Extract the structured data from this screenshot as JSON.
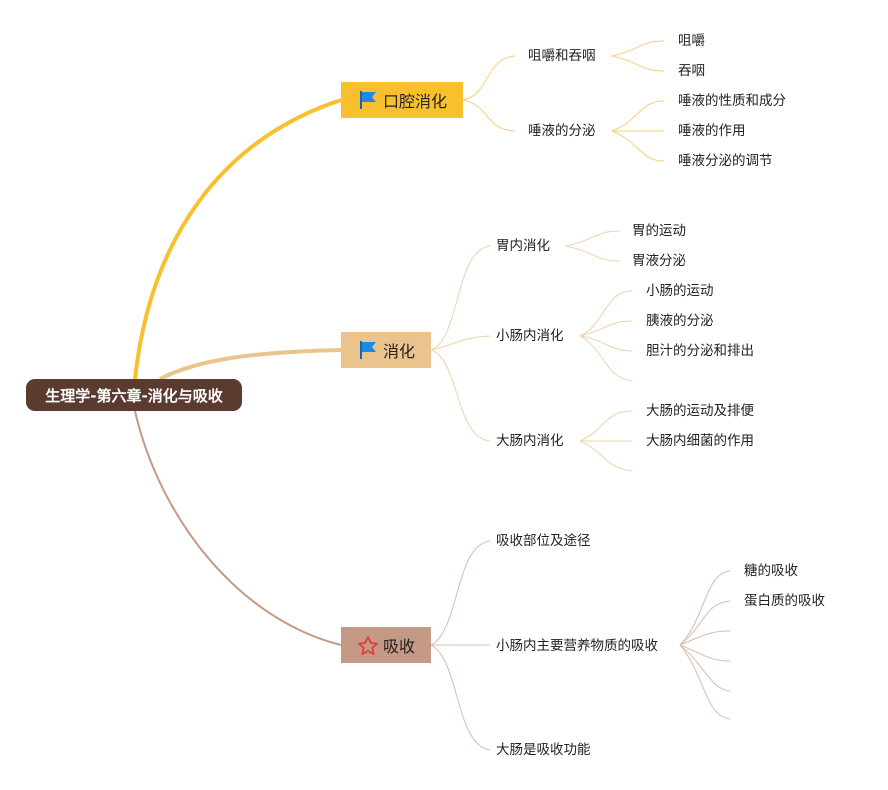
{
  "root": {
    "label": "生理学-第六章-消化与吸收"
  },
  "colors": {
    "root": "#5b3a30",
    "branch1": "#f9c02d",
    "branch2": "#eac38d",
    "branch3": "#c49a86"
  },
  "branches": [
    {
      "label": "口腔消化",
      "icon": "blue-flag-icon",
      "children": [
        {
          "label": "咀嚼和吞咽",
          "children": [
            "咀嚼",
            "吞咽"
          ]
        },
        {
          "label": "唾液的分泌",
          "children": [
            "唾液的性质和成分",
            "唾液的作用",
            "唾液分泌的调节"
          ]
        }
      ]
    },
    {
      "label": "消化",
      "icon": "blue-flag-icon",
      "children": [
        {
          "label": "胃内消化",
          "children": [
            "胃的运动",
            "胃液分泌"
          ]
        },
        {
          "label": "小肠内消化",
          "children": [
            "小肠的运动",
            "胰液的分泌",
            "胆汁的分泌和排出"
          ]
        },
        {
          "label": "大肠内消化",
          "children": [
            "大肠的运动及排便",
            "大肠内细菌的作用"
          ]
        }
      ]
    },
    {
      "label": "吸收",
      "icon": "red-star-icon",
      "children": [
        {
          "label": "吸收部位及途径",
          "children": []
        },
        {
          "label": "小肠内主要营养物质的吸收",
          "children": [
            "糖的吸收",
            "蛋白质的吸收"
          ]
        },
        {
          "label": "大肠是吸收功能",
          "children": []
        }
      ]
    }
  ]
}
